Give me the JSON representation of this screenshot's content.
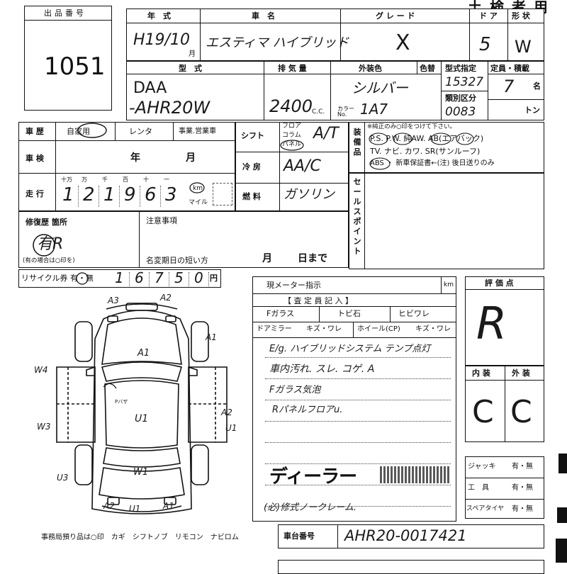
{
  "header": {
    "lot_label": "出品番号",
    "lot_number": "1051",
    "top_right": "土 検 者 用"
  },
  "row1": {
    "year_label": "年　式",
    "car_name_label": "車　名",
    "grade_label": "グ レ ー ド",
    "doors_label": "ド ア",
    "shape_label": "形 状",
    "year_value": "H19/10",
    "year_month_mark": "月",
    "car_name_value": "エスティマ ハイブリッド",
    "grade_value": "X",
    "doors_value": "5",
    "shape_value": "W"
  },
  "row2": {
    "model_label": "型　式",
    "displacement_label": "排 気 量",
    "color_label": "外装色",
    "color_no_label": "色替",
    "type_designation_label": "型式指定",
    "class_label": "類別区分",
    "capacity_label": "定員・積載",
    "model_value_1": "DAA",
    "model_value_2": "-AHR20W",
    "displacement_value": "2400",
    "cc_label": "C.C.",
    "color_value": "シルバー",
    "color_code_label": "カラー No.",
    "color_code_value": "1A7",
    "type_designation_value": "15327",
    "class_value": "0083",
    "capacity_value": "7",
    "capacity_unit": "名",
    "ton_unit": "トン"
  },
  "history": {
    "label": "車 歴",
    "private": "自家用",
    "rental": "レンタ",
    "business": "事業.営業車",
    "inspection_label": "車 検",
    "inspection_year": "年",
    "inspection_month": "月",
    "mileage_label": "走 行",
    "digit_headers": [
      "十万",
      "万",
      "千",
      "百",
      "十",
      "一"
    ],
    "mileage_digits": [
      "1",
      "2",
      "1",
      "9",
      "6",
      "3"
    ],
    "km_label": "km",
    "mile_label": "マイル"
  },
  "shift": {
    "shift_label": "シフト",
    "floor": "フロア",
    "column": "コラム",
    "panel": "パネル",
    "shift_value": "A/T",
    "ac_label": "冷 房",
    "ac_value": "AA/C",
    "fuel_label": "燃 料",
    "fuel_value": "ガソリン"
  },
  "equipment": {
    "label": "装備品",
    "note": "※純正のみ○印をつけて下さい。",
    "line1": "P.S. P.W. 純AW. AB(エアバック)",
    "line2": "TV. ナビ. カワ. SR(サンルーフ)",
    "line3": "ABS ・ 新車保証書←(注) 後日送りのみ"
  },
  "sales_point": {
    "label": "セールスポイント"
  },
  "repair": {
    "label": "修復歴 箇所",
    "value": "有R",
    "note": "(有の場合は○印を)",
    "caution_label": "注意事項",
    "name_change_label": "名変期日の短い方",
    "month_label": "月",
    "day_label": "日まで"
  },
  "recycle": {
    "label": "リサイクル券 有・無",
    "digits": [
      "1",
      "6",
      "7",
      "5",
      "0"
    ],
    "unit": "円"
  },
  "diagram": {
    "labels": {
      "a3_top": "A3",
      "a2_top": "A2",
      "a1_front": "A1",
      "a1_right": "A1",
      "w4": "W4",
      "w3": "W3",
      "u3": "U3",
      "a2_right": "A2",
      "u1_right": "U1",
      "u1_center": "U1",
      "w1_rear": "W1",
      "pillar": "Pバザ",
      "a2_bottom": "A2",
      "u1_bottom": "U1",
      "a1_bottom": "A1"
    },
    "footer": "事務局預り品は○印　カギ　シフトノブ　リモコン　ナビロム"
  },
  "meter": {
    "label": "現メーター指示",
    "km": "km",
    "inspector_label": "【 査 定 員 記 入 】",
    "f_glass": "Fガラス",
    "tobi_ishi": "トビ石",
    "hibi_ware": "ヒビワレ",
    "door_mirror": "ドアミラー",
    "kizu_ware1": "キズ・ワレ",
    "wheel": "ホイール(CP)",
    "kizu_ware2": "キズ・ワレ",
    "notes": [
      "E/g. ハイブリッドシステム テンプ点灯",
      "車内汚れ. スレ. コゲ. A",
      "Fガラス気泡",
      "Rパネルフロアu."
    ],
    "dealer": "ディーラー",
    "last_note": "(必)修式ノークレーム."
  },
  "rating": {
    "label": "評 価 点",
    "value": "R",
    "interior_label": "内 装",
    "exterior_label": "外 装",
    "interior_value": "C",
    "exterior_value": "C"
  },
  "tools": {
    "jack_label": "ジャッキ",
    "jack_value": "有・無",
    "tools_label": "工　具",
    "tools_value": "有・無",
    "spare_label": "スペアタイヤ",
    "spare_value": "有・無"
  },
  "chassis": {
    "label": "車台番号",
    "value": "AHR20-0017421"
  }
}
